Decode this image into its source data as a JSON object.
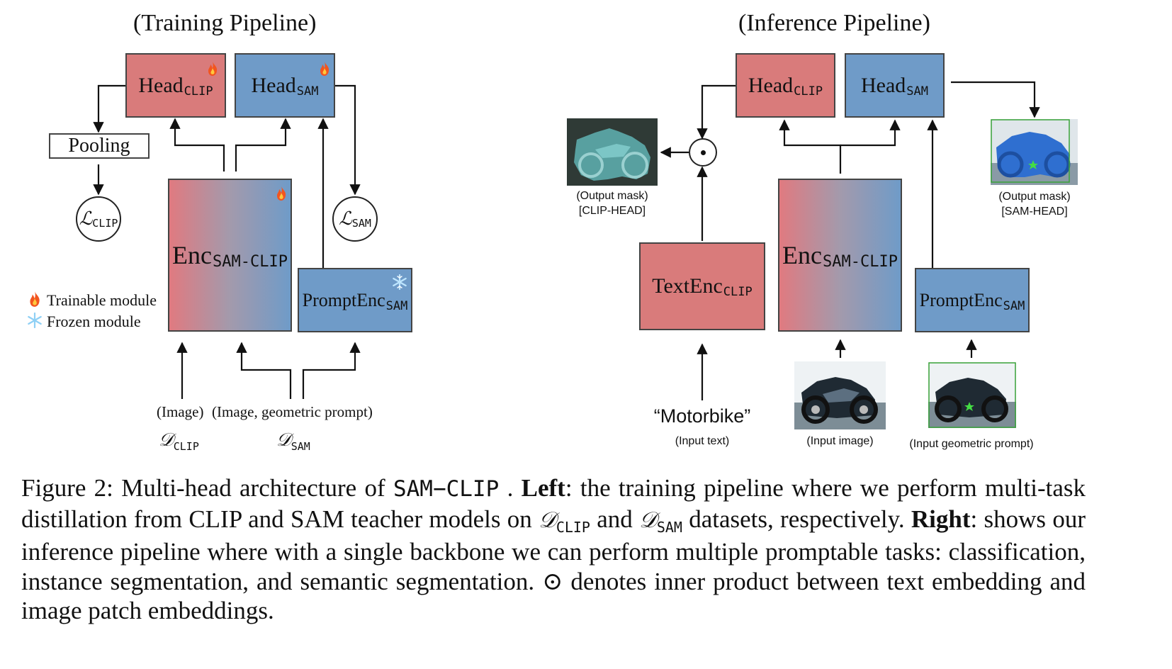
{
  "left": {
    "title": "(Training Pipeline)",
    "head_clip": {
      "main": "Head",
      "sub": "CLIP"
    },
    "head_sam": {
      "main": "Head",
      "sub": "SAM"
    },
    "pooling": "Pooling",
    "loss_clip": {
      "main": "ℒ",
      "sub": "CLIP"
    },
    "loss_sam": {
      "main": "ℒ",
      "sub": "SAM"
    },
    "encoder": {
      "main": "Enc",
      "sub": "SAM-CLIP"
    },
    "prompt_enc": {
      "main": "PromptEnc",
      "sub": "SAM"
    },
    "legend": {
      "trainable": "Trainable module",
      "frozen": "Frozen module"
    },
    "input_image": "(Image)",
    "input_image_prompt": "(Image, geometric prompt)",
    "dataset_clip": {
      "main": "𝒟",
      "sub": "CLIP"
    },
    "dataset_sam": {
      "main": "𝒟",
      "sub": "SAM"
    }
  },
  "right": {
    "title": "(Inference Pipeline)",
    "head_clip": {
      "main": "Head",
      "sub": "CLIP"
    },
    "head_sam": {
      "main": "Head",
      "sub": "SAM"
    },
    "dot_symbol": "⊙",
    "output_clip": {
      "line1": "(Output mask)",
      "line2": "[CLIP-HEAD]"
    },
    "output_sam": {
      "line1": "(Output mask)",
      "line2": "[SAM-HEAD]"
    },
    "text_enc": {
      "main": "TextEnc",
      "sub": "CLIP"
    },
    "encoder": {
      "main": "Enc",
      "sub": "SAM-CLIP"
    },
    "prompt_enc": {
      "main": "PromptEnc",
      "sub": "SAM"
    },
    "input_text_value": "“Motorbike”",
    "input_text_caption": "(Input text)",
    "input_image_caption": "(Input image)",
    "input_prompt_caption": "(Input geometric prompt)"
  },
  "caption": {
    "figure": "Figure 2:",
    "part1": " Multi-head architecture of ",
    "model": "SAM−CLIP",
    "part2": " . ",
    "left_bold": "Left",
    "part3": ": the training pipeline where we perform multi-task distillation from CLIP and SAM teacher models on ",
    "d1": "𝒟",
    "d1sub": "CLIP",
    "part4": " and ",
    "d2": "𝒟",
    "d2sub": "SAM",
    "part5": " datasets, respectively. ",
    "right_bold": "Right",
    "part6": ": shows our inference pipeline where with a single backbone we can perform multiple promptable tasks: classification, instance segmentation, and semantic segmentation. ⊙ denotes inner product between text embedding and image patch embeddings."
  },
  "colors": {
    "clip_red": "#d97b7b",
    "sam_blue": "#6f9bc8",
    "mask_teal": "#5fb3b3",
    "mask_blue": "#2f6fd0",
    "bbox_green": "#3aa33a"
  },
  "icons": {
    "trainable": "fire-icon",
    "frozen": "snowflake-icon"
  }
}
